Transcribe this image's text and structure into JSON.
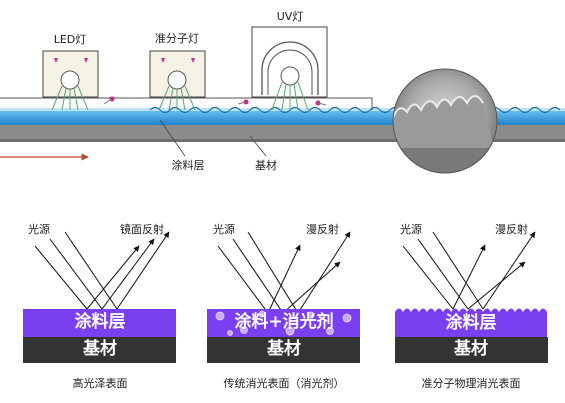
{
  "top": {
    "lamps": [
      "LED灯",
      "准分子灯",
      "UV灯"
    ],
    "coating_label": "涂料层",
    "substrate_label": "基材"
  },
  "panels": [
    {
      "light_label": "光源",
      "reflect_label": "镜面反射",
      "coating_text": "涂料层",
      "substrate_text": "基材",
      "caption": "高光泽表面"
    },
    {
      "light_label": "光源",
      "reflect_label": "漫反射",
      "coating_text": "涂料+消光剂",
      "substrate_text": "基材",
      "caption": "传统消光表面（消光剂）"
    },
    {
      "light_label": "光源",
      "reflect_label": "漫反射",
      "coating_text": "涂料层",
      "substrate_text": "基材",
      "caption": "准分子物理消光表面"
    }
  ],
  "colors": {
    "coating_purple": "#7b3ff2",
    "substrate_dark": "#333333",
    "water_blue": "#2f95dd",
    "lamp_pink": "#c8288c",
    "lamp_box": "#f6f3e6"
  }
}
